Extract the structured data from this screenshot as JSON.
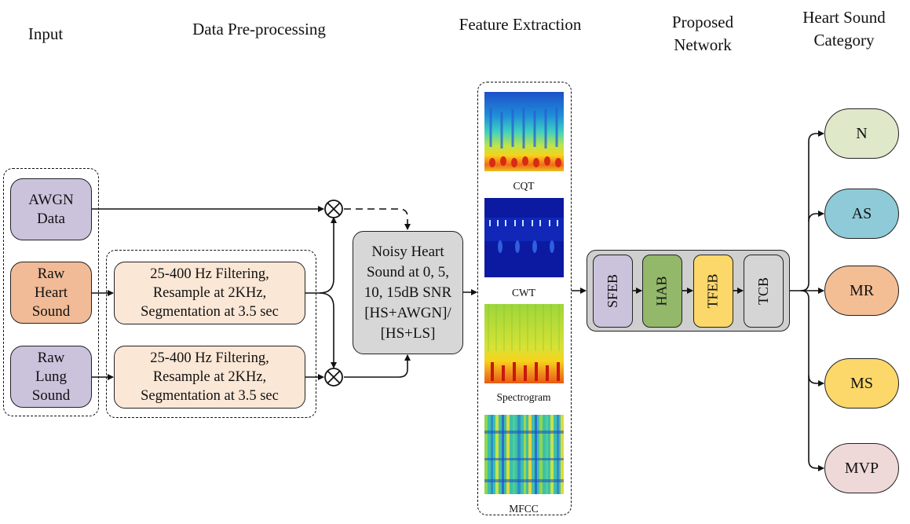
{
  "headers": {
    "input": "Input",
    "preprocessing": "Data Pre-processing",
    "feature_extraction": "Feature Extraction",
    "network_line1": "Proposed",
    "network_line2": "Network",
    "category_line1": "Heart Sound",
    "category_line2": "Category"
  },
  "inputs": {
    "awgn": [
      "AWGN",
      "Data"
    ],
    "raw_heart": [
      "Raw",
      "Heart",
      "Sound"
    ],
    "raw_lung": [
      "Raw",
      "Lung",
      "Sound"
    ]
  },
  "preprocessing": {
    "step_lines": [
      "25-400 Hz Filtering,",
      "Resample at 2KHz,",
      "Segmentation at 3.5 sec"
    ]
  },
  "noisy": {
    "lines": [
      "Noisy Heart",
      "Sound at 0, 5,",
      "10, 15dB SNR",
      "[HS+AWGN]/",
      "[HS+LS]"
    ]
  },
  "features": [
    "CQT",
    "CWT",
    "Spectrogram",
    "MFCC"
  ],
  "network_blocks": [
    {
      "label": "SFEB",
      "color": "#cbc3dc"
    },
    {
      "label": "HAB",
      "color": "#93b86a"
    },
    {
      "label": "TFEB",
      "color": "#fcd86a"
    },
    {
      "label": "TCB",
      "color": "#d5d5d5"
    }
  ],
  "categories": [
    {
      "label": "N",
      "color": "#dfe8c9"
    },
    {
      "label": "AS",
      "color": "#8fcad8"
    },
    {
      "label": "MR",
      "color": "#f4be95"
    },
    {
      "label": "MS",
      "color": "#fcd86a"
    },
    {
      "label": "MVP",
      "color": "#efd9d8"
    }
  ]
}
